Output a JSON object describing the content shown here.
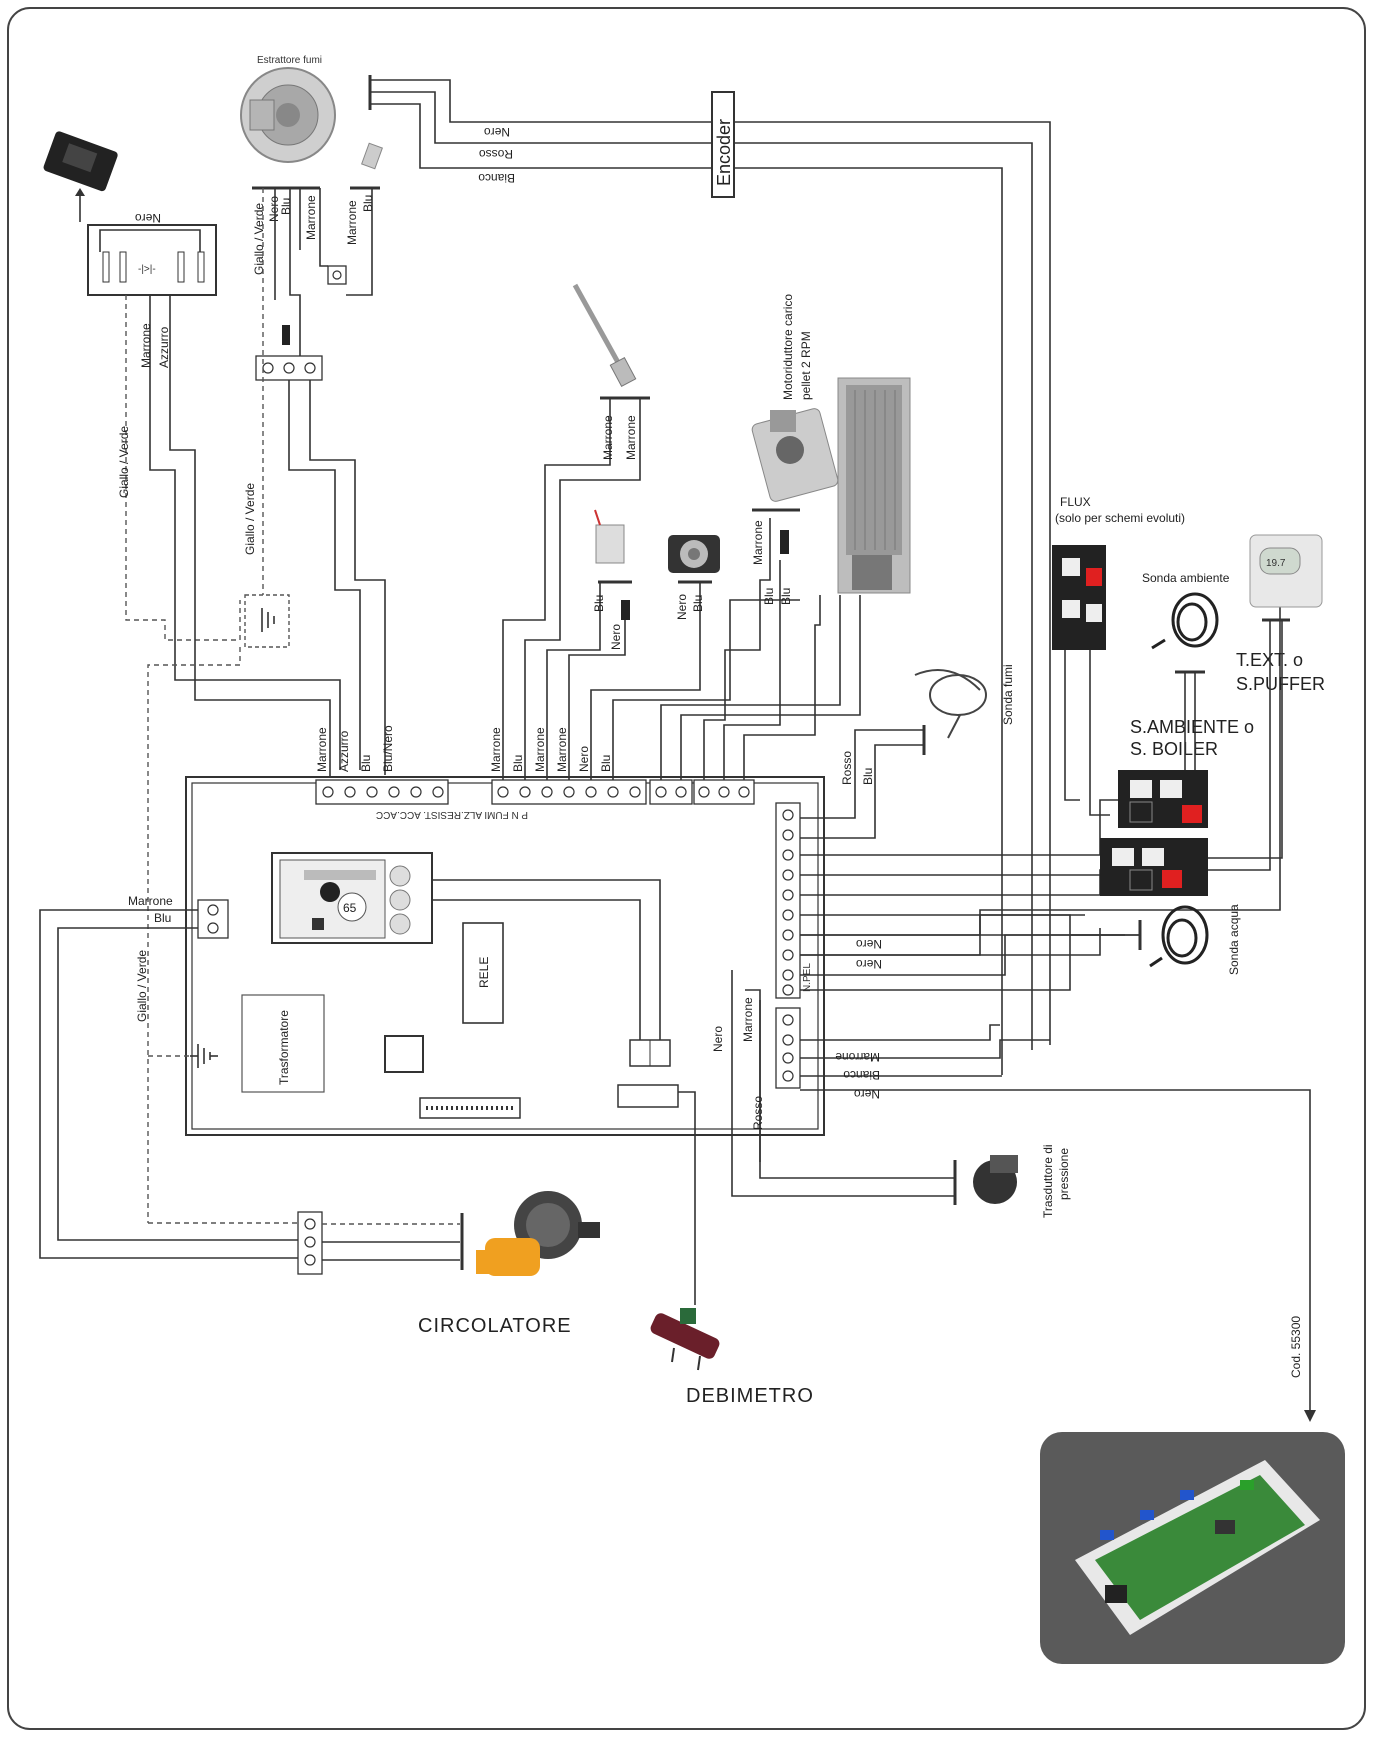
{
  "components": {
    "estrattore": "Estrattore fumi",
    "encoder": "Encoder",
    "rele": "RELE",
    "trasformatore": "Trasformatore",
    "motoriduttore": [
      "Motoriduttore carico",
      "pellet 2 RPM"
    ],
    "flux": [
      "FLUX",
      "(solo per schemi evoluti)"
    ],
    "sonda_ambiente": "Sonda ambiente",
    "s_ambiente": [
      "S.AMBIENTE o",
      "S. BOILER"
    ],
    "t_ext": [
      "T.EXT. o",
      "S.PUFFER"
    ],
    "sonda_fumi": "Sonda fumi",
    "sonda_acqua": "Sonda acqua",
    "trasduttore": [
      "Trasduttore di",
      "pressione"
    ],
    "circolatore": "CIRCOLATORE",
    "debimetro": "DEBIMETRO",
    "cod": "Cod. 55300",
    "display_temp": "65",
    "thermostat_temp": "19.7"
  },
  "wire_labels": {
    "nero": "Nero",
    "rosso": "Rosso",
    "bianco": "Bianco",
    "marrone": "Marrone",
    "blu": "Blu",
    "azzurro": "Azzurro",
    "blu_nero": "Blu/Nero",
    "giallo_verde": "Giallo / Verde"
  },
  "board_labels": {
    "terminal_top": "P N FUMI ALZ.RESIST. ACC.ACC",
    "n_pel": "N.PEL"
  },
  "colors": {
    "wire": "#333333",
    "red_terminal": "#e02020",
    "circolatore_body": "#f0a020",
    "debimetro_body": "#6a1f2a",
    "pcb_green": "#3a8a3a"
  }
}
